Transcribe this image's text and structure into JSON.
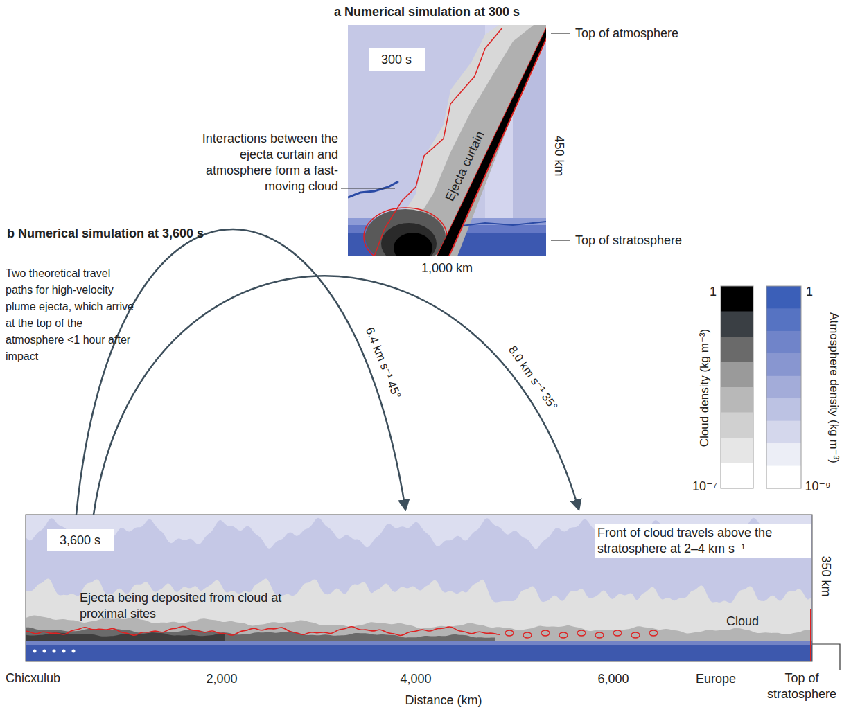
{
  "diagram": {
    "nodes": [
      {
        "text": [
          "300 s"
        ]
      },
      {
        "text": [
          "3,600 s"
        ]
      }
    ],
    "labels": [
      "a Numerical simulation at 300 s",
      "Top of atmosphere",
      "Interactions between the ejecta curtain and atmosphere form a fast-moving cloud",
      "Ejecta curtain",
      "450 km",
      "Top of stratosphere",
      "1,000 km",
      "b Numerical simulation at 3,600 s",
      "Two theoretical travel paths for high-velocity plume ejecta, which arrive at the top of the atmosphere <1 hour after impact",
      "6.4 km s⁻¹ 45°",
      "8.0 km s⁻¹ 35°",
      "1",
      "Cloud density (kg m⁻³)",
      "10⁻⁷",
      "1",
      "Atmosphere density (kg m⁻³)",
      "10⁻⁹",
      "Front of cloud travels above the stratosphere at 2–4 km s⁻¹",
      "Ejecta being deposited from cloud at proximal sites",
      "Cloud",
      "350 km",
      "Chicxulub",
      "2,000",
      "4,000",
      "6,000",
      "Europe",
      "Top of stratosphere",
      "Distance (km)"
    ]
  }
}
